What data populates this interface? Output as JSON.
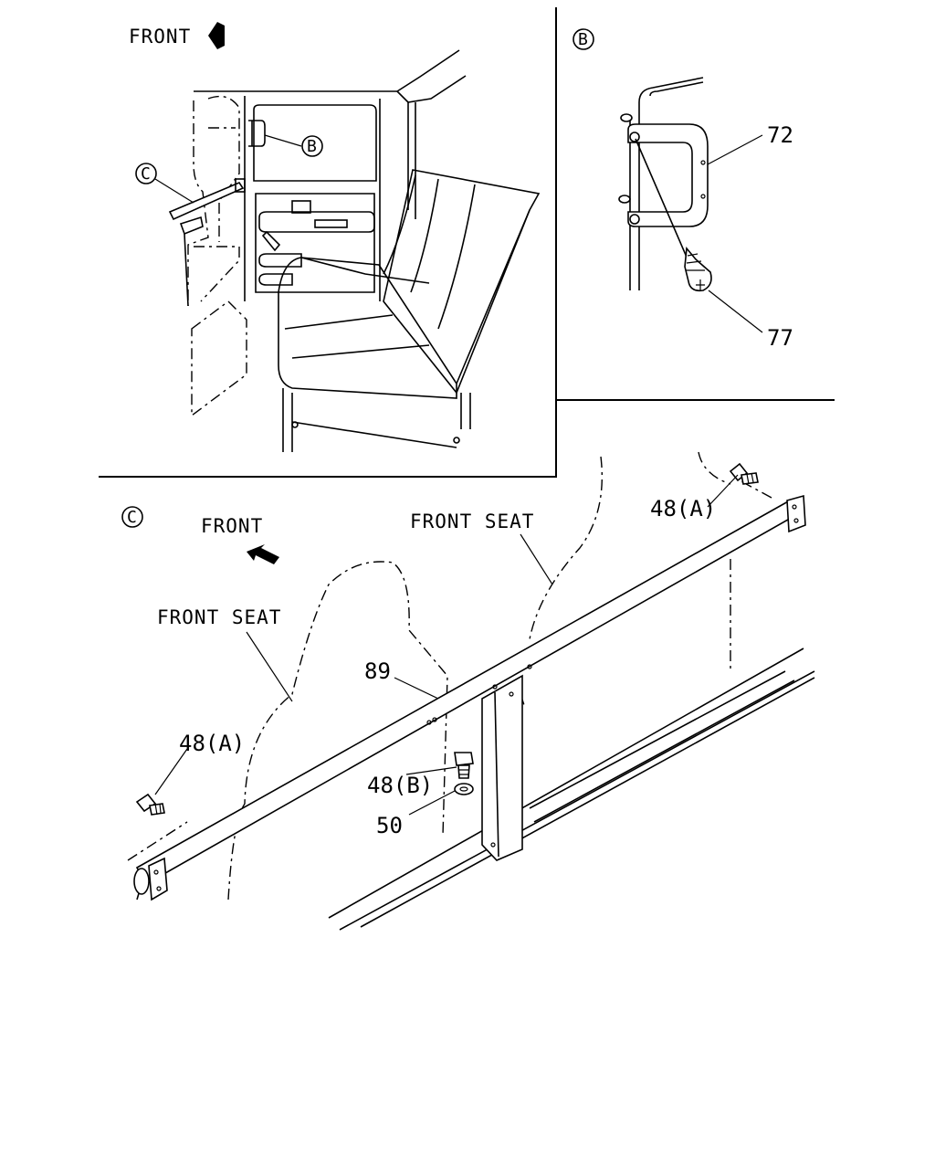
{
  "panel_a": {
    "front_label": "FRONT",
    "callout_b": "B",
    "callout_c": "C"
  },
  "panel_b": {
    "panel_marker": "B",
    "part_72": "72",
    "part_77": "77"
  },
  "panel_c": {
    "panel_marker": "C",
    "front_label": "FRONT",
    "front_seat_right": "FRONT SEAT",
    "front_seat_left": "FRONT SEAT",
    "part_89": "89",
    "part_48a_top": "48(A)",
    "part_48a_left": "48(A)",
    "part_48b": "48(B)",
    "part_50": "50"
  },
  "icons": [
    "front-arrow-icon",
    "front-arrow-icon",
    "bolt-icon",
    "screw-icon",
    "washer-icon"
  ]
}
